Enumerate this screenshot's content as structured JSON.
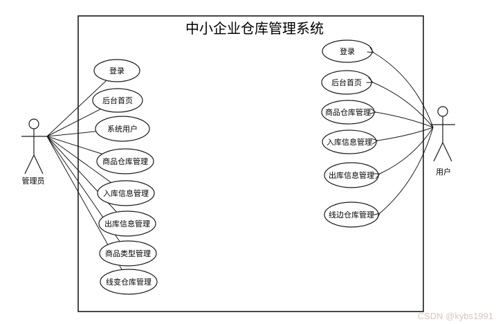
{
  "diagram": {
    "title": "中小企业仓库管理系统",
    "actors": {
      "admin": {
        "label": "管理员"
      },
      "user": {
        "label": "用户"
      }
    },
    "left_usecases": [
      "登录",
      "后台首页",
      "系统用户",
      "商品仓库管理",
      "入库信息管理",
      "出库信息管理",
      "商品类型管理",
      "线变仓库管理"
    ],
    "right_usecases": [
      "登录",
      "后台首页",
      "商品仓库管理",
      "入库信息管理",
      "出库信息管理",
      "线边仓库管理"
    ],
    "colors": {
      "line": "#1a1a1a",
      "background": "#ffffff",
      "watermark": "#d6c6c6"
    }
  },
  "watermark": {
    "text": "CSDN @kybs1991"
  }
}
